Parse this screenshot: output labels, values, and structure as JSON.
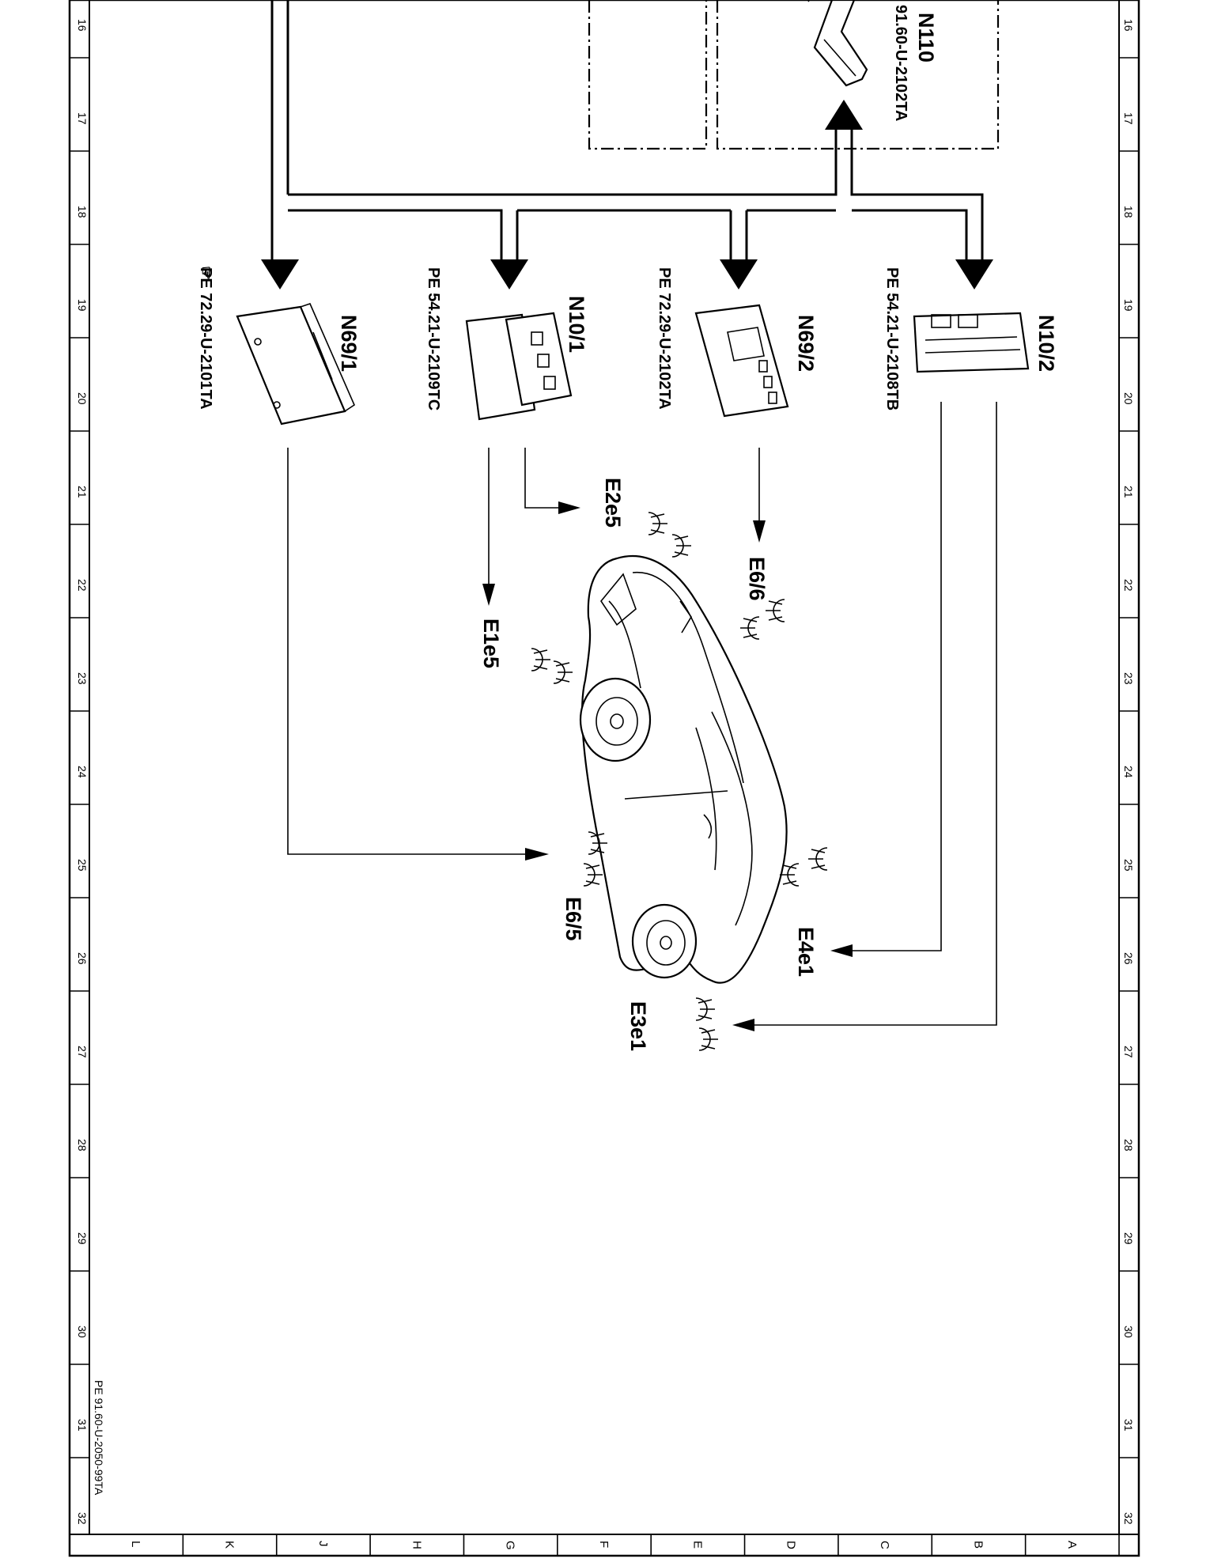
{
  "frame": {
    "row_numbers": [
      "16",
      "17",
      "18",
      "19",
      "20",
      "21",
      "22",
      "23",
      "24",
      "25",
      "26",
      "27",
      "28",
      "29",
      "30",
      "31",
      "32"
    ],
    "column_letters": [
      "L",
      "K",
      "J",
      "H",
      "G",
      "F",
      "E",
      "D",
      "C",
      "B",
      "A"
    ],
    "document_ref": "PE 91.60-U-2050-99TA"
  },
  "components": {
    "n110": {
      "code": "N110",
      "ref": "91.60-U-2102TA"
    },
    "n69_1": {
      "code": "N69/1",
      "ref": "PE 72.29-U-2101TA"
    },
    "n10_1": {
      "code": "N10/1",
      "ref": "PE 54.21-U-2109TC"
    },
    "n69_2": {
      "code": "N69/2",
      "ref": "PE 72.29-U-2102TA"
    },
    "n10_2": {
      "code": "N10/2",
      "ref": "PE 54.21-U-2108TB"
    }
  },
  "lamps": {
    "e2e5": "E2e5",
    "e1e5": "E1e5",
    "e6_6": "E6/6",
    "e6_5": "E6/5",
    "e4e1": "E4e1",
    "e3e1": "E3e1"
  }
}
